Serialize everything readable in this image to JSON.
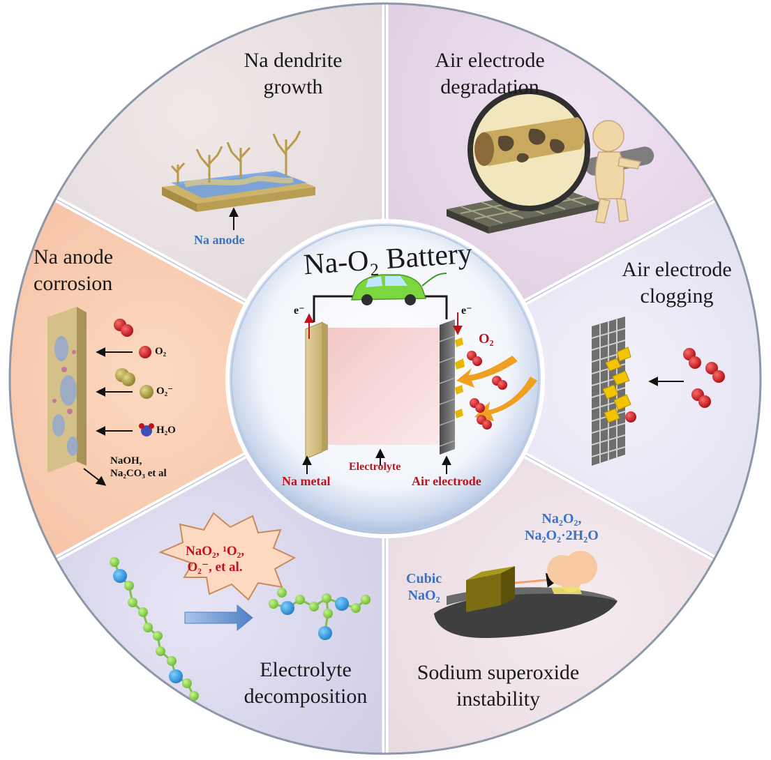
{
  "center": {
    "title": "Na-O₂ Battery",
    "electron": "e⁻",
    "o2": "O₂",
    "labels": [
      "Na metal",
      "Electrolyte",
      "Air electrode"
    ]
  },
  "sectors": [
    {
      "id": "na-dendrite",
      "title": [
        "Na dendrite",
        "growth"
      ],
      "annotation": "Na anode"
    },
    {
      "id": "air-degradation",
      "title": [
        "Air electrode",
        "degradation"
      ]
    },
    {
      "id": "air-clogging",
      "title": [
        "Air electrode",
        "clogging"
      ]
    },
    {
      "id": "superoxide",
      "title": [
        "Sodium superoxide",
        "instability"
      ],
      "species": [
        "Cubic",
        "NaO₂",
        "Na₂O₂,",
        "Na₂O₂·2H₂O"
      ]
    },
    {
      "id": "electrolyte-decomp",
      "title": [
        "Electrolyte",
        "decomposition"
      ],
      "burst": [
        "NaO₂, ¹O₂,",
        "O₂⁻, et al."
      ]
    },
    {
      "id": "anode-corrosion",
      "title": [
        "Na anode",
        "corrosion"
      ],
      "species": [
        "O₂",
        "O₂⁻",
        "H₂O"
      ],
      "products": [
        "NaOH,",
        "Na₂CO₃ et al"
      ]
    }
  ],
  "colors": {
    "ring_border": "#9aa5b5",
    "na_anode_blue": "#3a72c4",
    "label_red": "#c0121a",
    "o2_red": "#c0121a",
    "dendrite_gold": "#cdb46a",
    "orange_arrow": "#f0a020"
  }
}
